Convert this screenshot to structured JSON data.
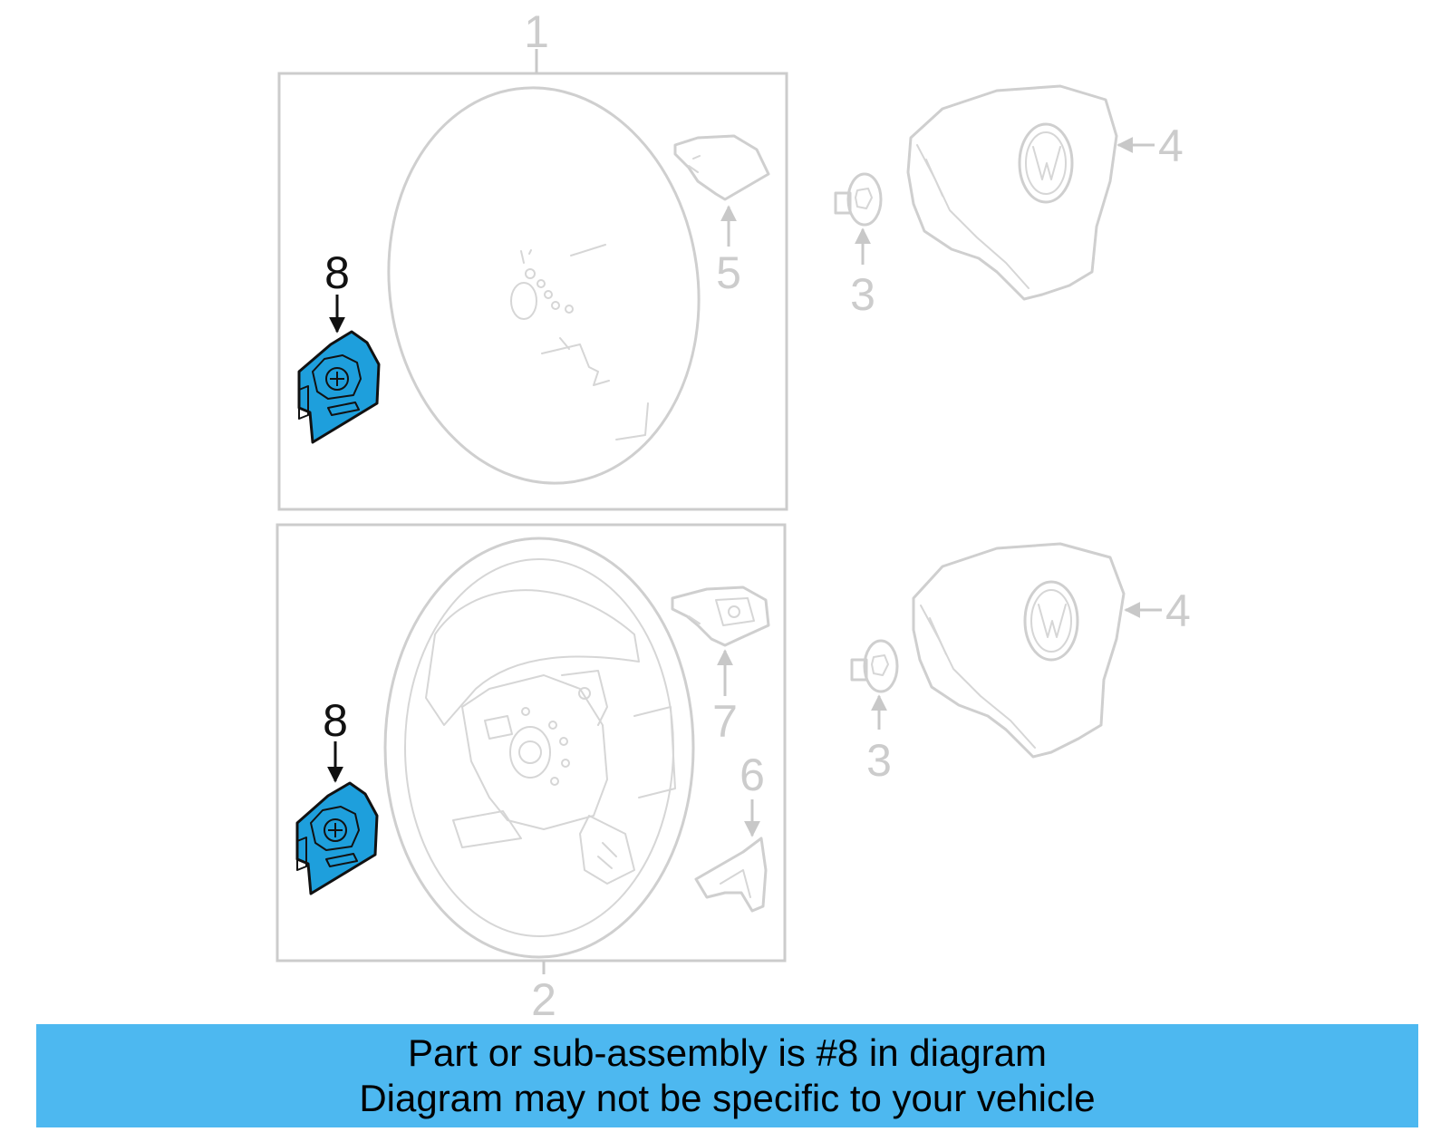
{
  "colors": {
    "highlight": "#1e9fdc",
    "banner": "#4db8f0",
    "line": "#cccccc",
    "text": "#000000"
  },
  "callouts": {
    "c1": "1",
    "c2": "2",
    "c3a": "3",
    "c3b": "3",
    "c4a": "4",
    "c4b": "4",
    "c5": "5",
    "c6": "6",
    "c7": "7",
    "c8a": "8",
    "c8b": "8"
  },
  "banner": {
    "line1": "Part or sub-assembly is #8 in diagram",
    "line2": "Diagram may not be specific to your vehicle"
  },
  "icons": {
    "logo": "vw-logo-icon",
    "bolt": "torx-bolt-icon",
    "switch": "steering-wheel-switch-icon"
  }
}
